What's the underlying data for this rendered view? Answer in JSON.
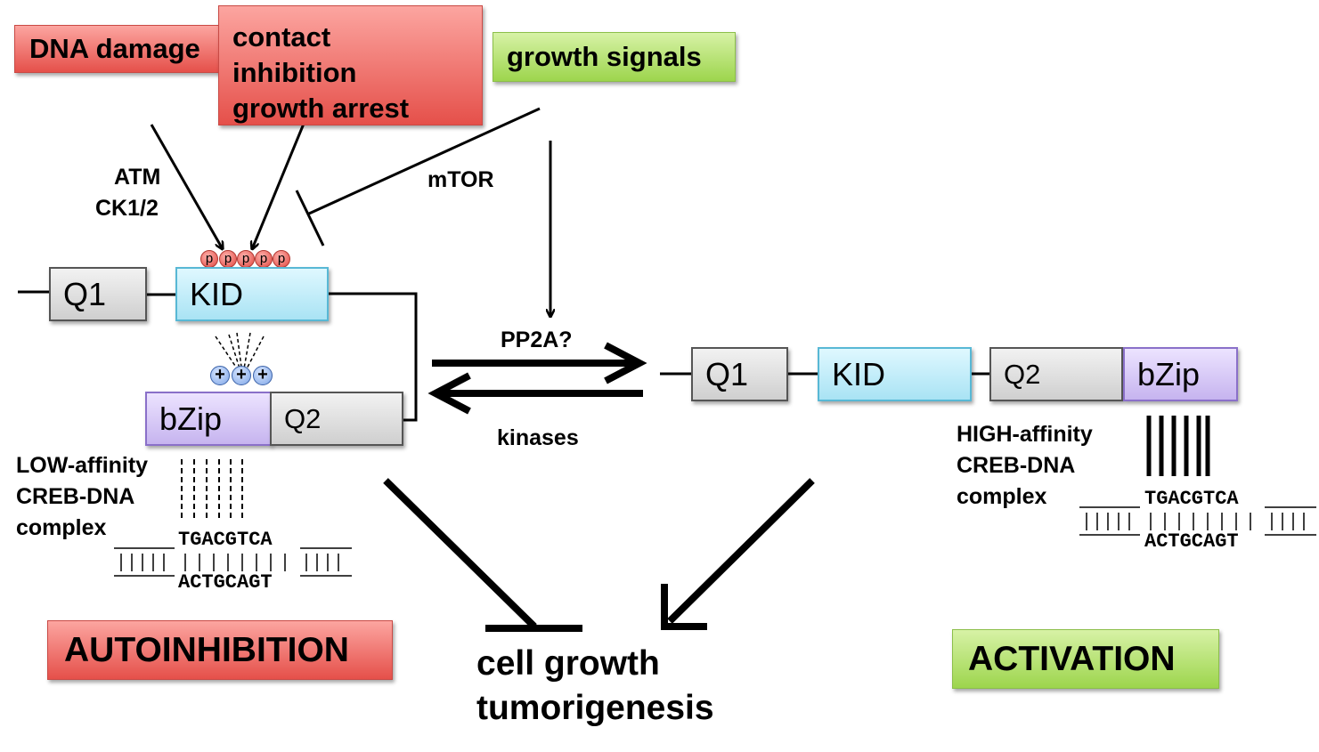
{
  "signals": {
    "dna_damage": "DNA damage",
    "contact_lines": [
      "contact",
      "inhibition",
      "growth arrest"
    ],
    "growth_signals": "growth signals"
  },
  "kinase_labels": {
    "atm": "ATM",
    "ck": "CK1/2",
    "mtor": "mTOR"
  },
  "phospho": [
    "p",
    "p",
    "p",
    "p",
    "p"
  ],
  "charges": [
    "+",
    "+",
    "+"
  ],
  "inactive": {
    "q1": "Q1",
    "kid": "KID",
    "bzip": "bZip",
    "q2": "Q2"
  },
  "active": {
    "q1": "Q1",
    "kid": "KID",
    "q2": "Q2",
    "bzip": "bZip"
  },
  "equilibrium": {
    "forward": "PP2A?",
    "reverse": "kinases"
  },
  "low_affinity_lines": [
    "LOW-affinity",
    "CREB-DNA",
    "complex"
  ],
  "high_affinity_lines": [
    "HIGH-affinity",
    "CREB-DNA",
    "complex"
  ],
  "dna": {
    "top": "TGACGTCA",
    "bottom": "ACTGCAGT"
  },
  "outcomes": {
    "autoinhibition": "AUTOINHIBITION",
    "activation": "ACTIVATION",
    "result_lines": [
      "cell growth",
      "tumorigenesis"
    ]
  },
  "colors": {
    "red_box": "#e5504a",
    "green_box": "#9dd54d",
    "kid_domain": "#a9e3f4",
    "bzip_domain": "#c6b4ef",
    "q_domain": "#d9d9d9"
  }
}
